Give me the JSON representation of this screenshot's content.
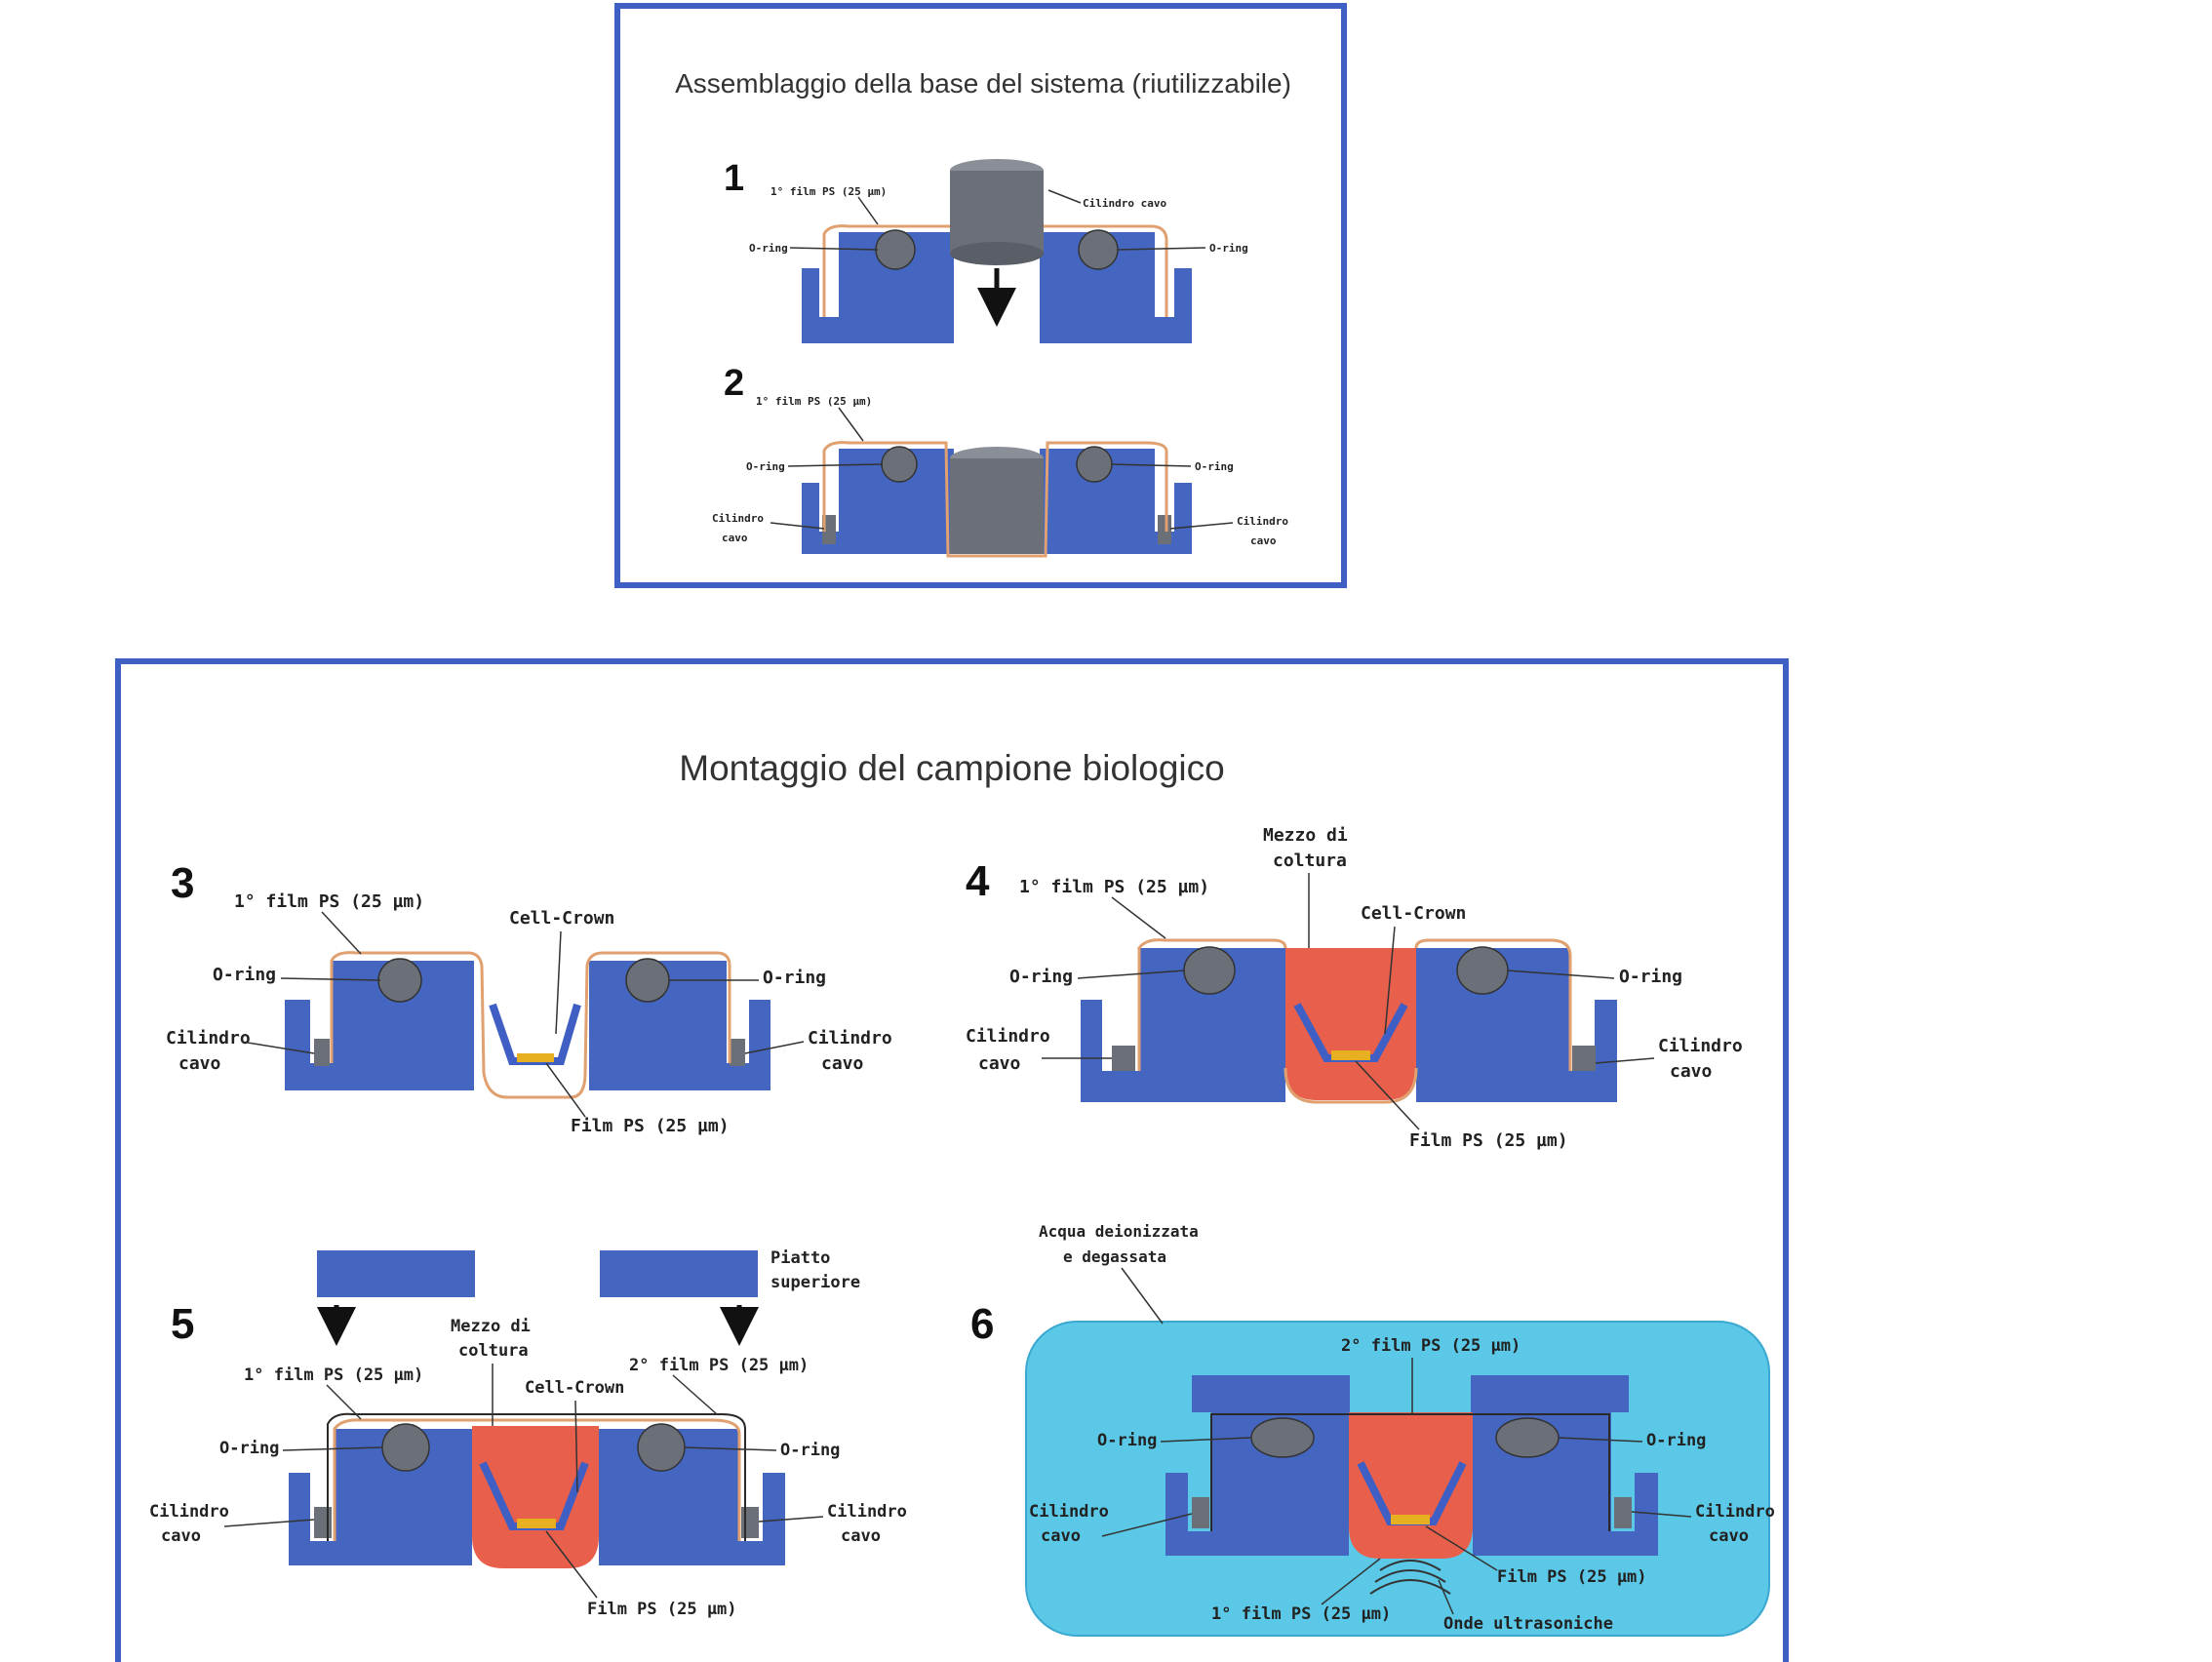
{
  "colors": {
    "frame": "#3f5fc4",
    "block": "#4466c0",
    "film": "#e0a070",
    "cylinder": "#6b6f78",
    "medium": "#e8604c",
    "water": "#5ac8e6",
    "pitch": "#2a2a2a"
  },
  "top_panel": {
    "title": "Assemblaggio della base del sistema (riutilizzabile)",
    "step1": {
      "number": "1",
      "film": "1° film PS (25 µm)",
      "cylinder": "Cilindro cavo",
      "oring_left": "O-ring",
      "oring_right": "O-ring"
    },
    "step2": {
      "number": "2",
      "film": "1° film PS (25 µm)",
      "oring_left": "O-ring",
      "oring_right": "O-ring",
      "cyl_left": [
        "Cilindro",
        "cavo"
      ],
      "cyl_right": [
        "Cilindro",
        "cavo"
      ]
    }
  },
  "bottom_panel": {
    "title": "Montaggio del campione biologico",
    "step3": {
      "number": "3",
      "film1": "1° film PS (25 µm)",
      "cellcrown": "Cell-Crown",
      "oring_left": "O-ring",
      "oring_right": "O-ring",
      "cyl_left": [
        "Cilindro",
        "cavo"
      ],
      "cyl_right": [
        "Cilindro",
        "cavo"
      ],
      "film": "Film PS (25 µm)"
    },
    "step4": {
      "number": "4",
      "medium": [
        "Mezzo di",
        "coltura"
      ],
      "film1": "1° film PS (25 µm)",
      "cellcrown": "Cell-Crown",
      "oring_left": "O-ring",
      "oring_right": "O-ring",
      "cyl_left": [
        "Cilindro",
        "cavo"
      ],
      "cyl_right": [
        "Cilindro",
        "cavo"
      ],
      "film": "Film PS (25 µm)"
    },
    "step5": {
      "number": "5",
      "plate": [
        "Piatto",
        "superiore"
      ],
      "medium": [
        "Mezzo di",
        "coltura"
      ],
      "film1": "1° film PS (25 µm)",
      "film2": "2° film PS (25 µm)",
      "cellcrown": "Cell-Crown",
      "oring_left": "O-ring",
      "oring_right": "O-ring",
      "cyl_left": [
        "Cilindro",
        "cavo"
      ],
      "cyl_right": [
        "Cilindro",
        "cavo"
      ],
      "film": "Film PS (25 µm)"
    },
    "step6": {
      "number": "6",
      "water": [
        "Acqua deionizzata",
        "e degassata"
      ],
      "film2": "2° film PS (25 µm)",
      "oring_left": "O-ring",
      "oring_right": "O-ring",
      "cyl_left": [
        "Cilindro",
        "cavo"
      ],
      "cyl_right": [
        "Cilindro",
        "cavo"
      ],
      "film": "Film PS (25 µm)",
      "film1": "1° film PS (25 µm)",
      "waves": "Onde ultrasoniche"
    }
  }
}
